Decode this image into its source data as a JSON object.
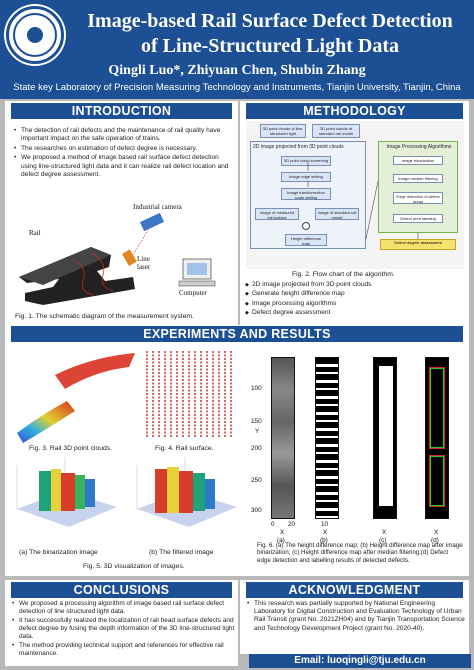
{
  "header": {
    "title_line1": "Image-based Rail Surface Defect Detection",
    "title_line2": "of Line-Structured Light Data",
    "authors": "Qingli Luo*, Zhiyuan Chen, Shubin Zhang",
    "affiliation": "State key Laboratory of Precision Measuring Technology and Instruments, Tianjin University, Tianjin, China"
  },
  "introduction": {
    "title": "INTRODUCTION",
    "bullets": [
      "The detection of rail defects and the maintenance of rail quality have important impact on the safe operation of trains.",
      "The researches on estimation of defect degree is necessary.",
      "We proposed a method of image based rail surface defect detection using line-structured light data and it can realize rail defect location and defect degree assessment."
    ],
    "diagram_labels": {
      "camera": "Industrial camera",
      "rail": "Rail",
      "laser_line1": "Line",
      "laser_line2": "laser",
      "computer": "Computer"
    },
    "caption": "Fig. 1. The schematic diagram of the measurement system."
  },
  "methodology": {
    "title": "METHODOLOGY",
    "flow": {
      "input_left": "3D point clouds of line-structured light",
      "input_right": "3D point clouds of standard rail model",
      "group_left_title": "2D image projected from 3D point clouds",
      "steps_left": [
        "3D point cloud screening",
        "Image edge setting",
        "Image transformation scale setting"
      ],
      "image_rail": "Image of measured rail surface",
      "image_std": "Image of standard rail model",
      "height_map": "Height difference map",
      "group_right_title": "Image Processing Algorithms",
      "steps_right": [
        "Image binarization",
        "Image median filtering",
        "Edge detection of defect areas",
        "Defect area labeling"
      ],
      "result": "Defect degree assessment"
    },
    "caption": "Fig. 2. Flow chart of the algorithm.",
    "bullets": [
      "2D image projected from 3D point clouds",
      "Generate height difference map",
      "Image processing algorithms",
      "Defect degree assessment"
    ]
  },
  "experiments": {
    "title": "EXPERIMENTS AND RESULTS",
    "fig3_caption": "Fig. 3. Rail 3D point clouds.",
    "fig4_caption": "Fig. 4. Rail surface.",
    "fig5_sub_a": "(a) The binarization image",
    "fig5_sub_b": "(b) The filtered image",
    "fig5_caption": "Fig. 5. 3D visualization of images.",
    "fig6_y_label": "Y",
    "fig6_x_label": "X",
    "fig6_y_ticks": [
      "100",
      "150",
      "200",
      "250",
      "300"
    ],
    "fig6_x_ticks": [
      "0",
      "10",
      "20"
    ],
    "fig6_sub_labels": [
      "(a)",
      "(b)",
      "(c)",
      "(d)"
    ],
    "fig6_caption": "Fig. 6. (a) The height difference map; (b) Height difference map after image binarization; (c) Height difference map after median filtering;(d) Defect edge detection and labelling results of detected defects."
  },
  "conclusions": {
    "title": "CONCLUSIONS",
    "bullets": [
      "We proposed a processing algorithm of image based rail surface defect detection of line structured light data.",
      "It has successfully realized the localization of rail head surface defects and defect degree by fusing the depth information of the 3D line-structured light data.",
      "The method providing technical support and references for effective rail maintenance."
    ]
  },
  "acknowledgment": {
    "title": "ACKNOWLEDGMENT",
    "bullets": [
      "This research was partially supported by National Engineering Laboratory for Digital Construction and Evaluation Technology of Urban Rail Transit (grant No. 2021ZH04) and by Tianjin Transportation Science and Technology Development Project (grant No. 2020-40)."
    ]
  },
  "contact": "Email: luoqingli@tju.edu.cn",
  "colors": {
    "banner": "#1c4f93",
    "background": "#b9b9b9",
    "accent_green": "#7ab24f",
    "accent_yellow": "#f6e06e"
  }
}
